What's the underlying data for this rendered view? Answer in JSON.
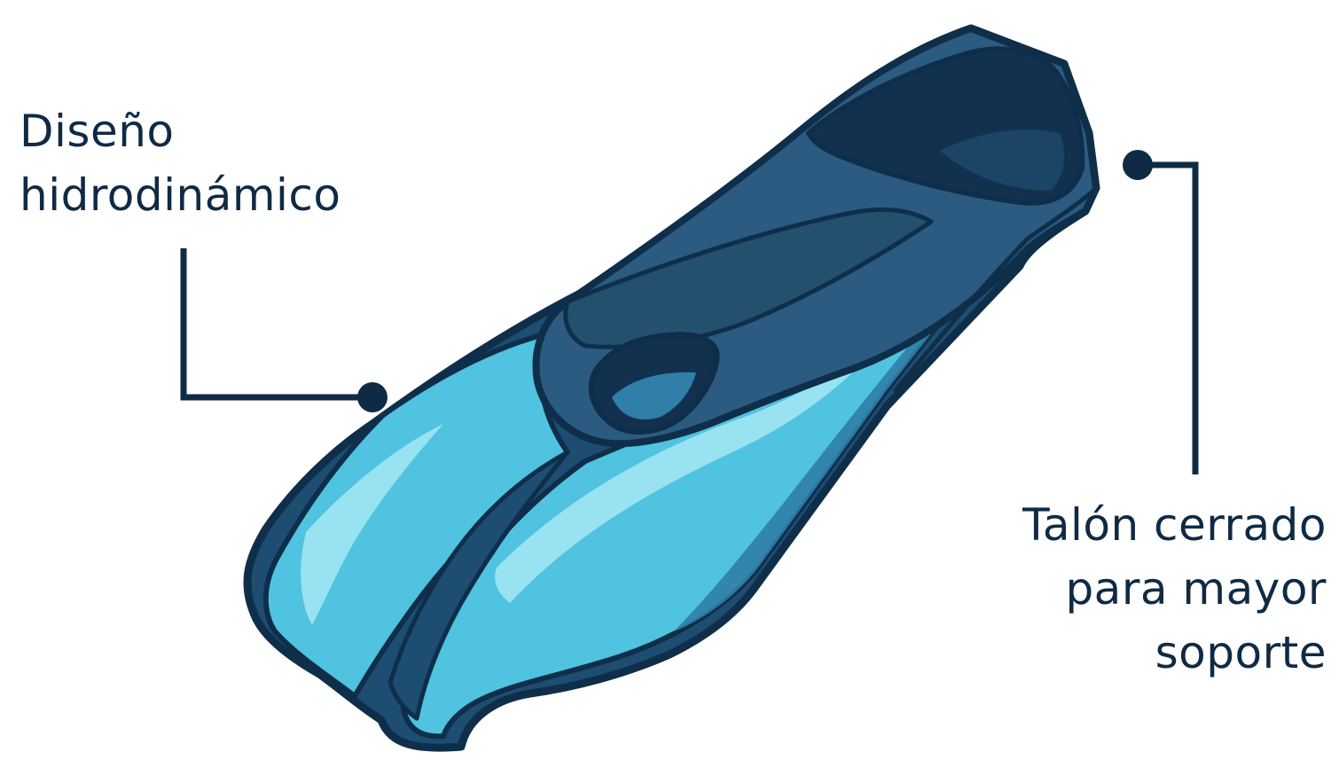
{
  "callouts": {
    "left": {
      "lines": [
        "Diseño",
        "hidrodinámico"
      ]
    },
    "right": {
      "lines": [
        "Talón cerrado",
        "para mayor",
        "soporte"
      ]
    }
  },
  "illustration": {
    "subject": "swim-fin-icon"
  },
  "colors": {
    "text": "#0f2a45",
    "leader_line": "#0f2a45",
    "outline": "#0f2e4a",
    "foot_pocket_dark": "#1c4466",
    "foot_pocket": "#2b5b80",
    "blade_mid": "#2f7fa8",
    "blade_light": "#4fc3df",
    "blade_highlight": "#a6e8f5"
  }
}
